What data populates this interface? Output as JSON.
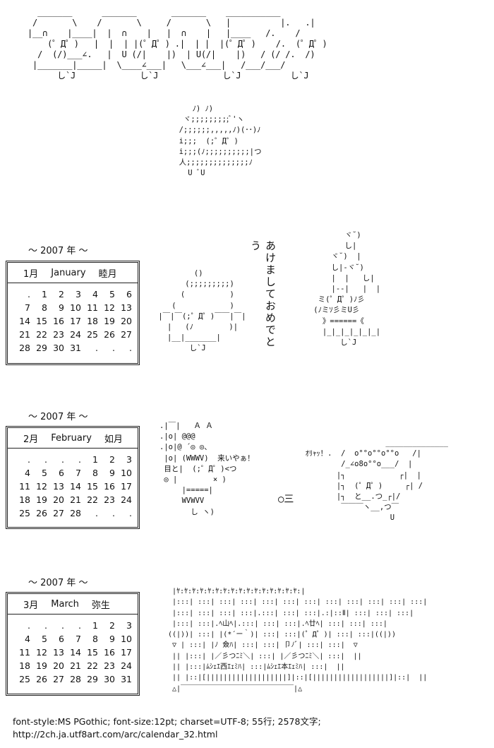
{
  "art": {
    "year_2007": "   _______      _______       _______    ___________\n  /       \\    /       \\     /       \\   |          |.   .|\n |__∩    |____|  |  ∩    |   |  ∩    |   |____   /.    /\n     (゜Д゜)   |  |  | |(゜Д゜) .|  | |  |(゜Д゜)    /.  (゜Д゜)\n   /  (/)___∠.   |  U (/|    |)  | U(/|    |)   / (/ /.  /)\n  |_______|_____|  \\____∠___|   \\___∠___|   /___/___/\n       し`J             し`J             し`J          し`J",
    "mochi_char": "        ﾉ) ﾉ)\n      ヾ;;;;;;;;;ﾞ'ヽ\n     /;;;;;;,,,,,ﾉ)(･･)ﾉ\n     i;;;  (;゜Д゜)\n     i;;;(ﾉ;;;;;;;;;;|つ\n     人;;;;;;;;;;;;;;ﾉ\n       U ﾞU",
    "kagami": "         ()\n       (;;;;;;;;;)\n      (          )\n    (            )\n |￣|￣(;゜Д゜)￣￣|￣|\n   |   (ﾉ        )|\n   |__|_______|\n        し`J",
    "shishimai": "              ヾ˘)\n              し|\n           ヾ˘)  |\n           し|-ヾ˘)\n           |  |   し|\n           |--|   |  |\n        ミ(゜Д゜)ﾉ彡\n       (ﾉミｿ彡ミU彡\n         》======《\n         |_|_|_|_|_|_|\n             し`J",
    "oni": ".|￣|   Ａ Ａ\n.|o| @@@\n.|o|@ ´◎ ◎、\n |o| (WWWV)  来いやぁ！\n 目と|  (;゜Д゜)<つ\n ◎ |        × )\n     |=====|\n     WVWVV\n       し ヽ)",
    "box": "                    ______________\n  ｵﾘｬｯ！.  /  o°°o°°o°°o   /|\n          /_∠o8o°°o___/  |\n         |┐            ┌|  |\n         |┐  (゜Д゜)     ┌| /\n         |┐  と__.つ_┌|/\n          ￣￣￣ヽ__,つ￣\n                     U",
    "bean": "○三",
    "hina": " |ﾔ:ﾔ:ﾔ:ﾔ:ﾔ:ﾔ:ﾔ:ﾔ:ﾔ:ﾔ:ﾔ:ﾔ:ﾔ:ﾔ:ﾔ:ﾔ:|\n |:::| :::| :::| :::| :::| :::| :::| :::| :::| :::| :::| :::|\n |:::| :::| :::| :::|.:::| :::| :::|.:|::Ⅱ| :::| :::| :::|\n |:::| :::|.ﾍ山ﾍ|.:::| :::| :::|.ﾍ廿ﾍ| :::| :::| :::|\n((|))| :::| |(*´ー｀)| :::| :::|(゜Д゜)| :::| :::|((|))\n ▽ | :::| |ﾉ 僉ﾊ| :::| :::| 卩ﾉﾞ| :::| :::|  ▽\n || |:::| |／彡つﾆﾐ＼| :::| |／彡つﾆﾐ＼| :::|  ||\n || |:::|ﾑｼｪｴ西ｴｪﾐﾊ| :::|ﾑｼｪｴ本ｴｪﾐﾊ| :::|  ||\n || |::|[|||||||||||||||||||]|::|[||||||||||||||||||]|::|  ||\n △|￣￣￣￣￣￣￣￣￣￣￣￣￣￣￣￣|△"
  },
  "greeting": "あけましておめでとう",
  "calendars": [
    {
      "header": "～  2007 年  ～",
      "month_num": "1月",
      "month_en": "January",
      "month_jp": "睦月",
      "rows": [
        [
          "",
          "1",
          "2",
          "3",
          "4",
          "5",
          "6"
        ],
        [
          "7",
          "8",
          "9",
          "10",
          "11",
          "12",
          "13"
        ],
        [
          "14",
          "15",
          "16",
          "17",
          "18",
          "19",
          "20"
        ],
        [
          "21",
          "22",
          "23",
          "24",
          "25",
          "26",
          "27"
        ],
        [
          "28",
          "29",
          "30",
          "31",
          "",
          "",
          ""
        ]
      ]
    },
    {
      "header": "～  2007 年  ～",
      "month_num": "2月",
      "month_en": "February",
      "month_jp": "如月",
      "rows": [
        [
          "",
          "",
          "",
          "",
          "1",
          "2",
          "3"
        ],
        [
          "4",
          "5",
          "6",
          "7",
          "8",
          "9",
          "10"
        ],
        [
          "11",
          "12",
          "13",
          "14",
          "15",
          "16",
          "17"
        ],
        [
          "18",
          "19",
          "20",
          "21",
          "22",
          "23",
          "24"
        ],
        [
          "25",
          "26",
          "27",
          "28",
          "",
          "",
          ""
        ]
      ]
    },
    {
      "header": "～  2007 年  ～",
      "month_num": "3月",
      "month_en": "March",
      "month_jp": "弥生",
      "rows": [
        [
          "",
          "",
          "",
          "",
          "1",
          "2",
          "3"
        ],
        [
          "4",
          "5",
          "6",
          "7",
          "8",
          "9",
          "10"
        ],
        [
          "11",
          "12",
          "13",
          "14",
          "15",
          "16",
          "17"
        ],
        [
          "18",
          "19",
          "20",
          "21",
          "22",
          "23",
          "24"
        ],
        [
          "25",
          "26",
          "27",
          "28",
          "29",
          "30",
          "31"
        ]
      ]
    }
  ],
  "footer": {
    "line1": "font-style:MS PGothic; font-size:12pt; charset=UTF-8; 55行; 2578文字;",
    "line2": "http://2ch.ja.utf8art.com/arc/calendar_32.html"
  }
}
